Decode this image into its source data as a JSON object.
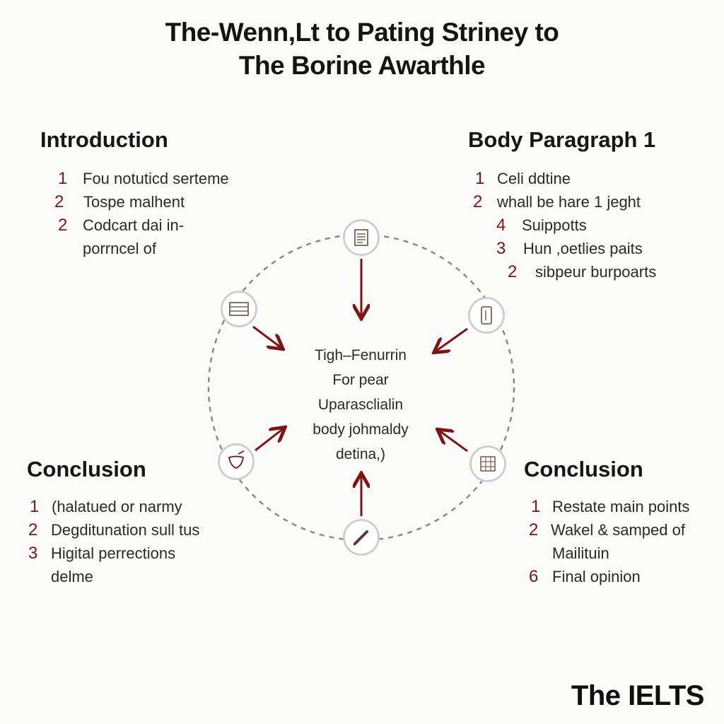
{
  "title": {
    "line1": "The-Wenn,Lt to Pating Striney to",
    "line2": "The Borine Awarthle"
  },
  "center_text": [
    "Tigh–Fenurrin",
    "For pear",
    "Uparasclialin",
    "body johmaldy",
    "detina,)"
  ],
  "sections": {
    "introduction": {
      "heading": "Introduction",
      "items": [
        {
          "num": "1",
          "text": "Fou notuticd serteme"
        },
        {
          "num": "2",
          "text": "Tospe malhent"
        },
        {
          "num": "2",
          "text": "Codcart dai in-",
          "cont": "porrncel of"
        }
      ]
    },
    "body1": {
      "heading": "Body Paragraph 1",
      "items": [
        {
          "num": "1",
          "text": "Celi ddtine"
        },
        {
          "num": "2",
          "text": "whall be hare 1 jeght"
        },
        {
          "num": "4",
          "text": "Suippotts"
        },
        {
          "num": "3",
          "text": "Hun ,oetlies paits"
        },
        {
          "num": "2",
          "text": "sibpeur burpoarts"
        }
      ]
    },
    "conclusion_left": {
      "heading": "Conclusion",
      "items": [
        {
          "num": "1",
          "text": "(halatued or narmy"
        },
        {
          "num": "2",
          "text": "Degditunation sull tus"
        },
        {
          "num": "3",
          "text": "Higital perrections",
          "cont": "delme"
        }
      ]
    },
    "conclusion_right": {
      "heading": "Conclusion",
      "items": [
        {
          "num": "1",
          "text": "Restate main points"
        },
        {
          "num": "2",
          "text": "Wakel & samped of",
          "cont": "Mailituin"
        },
        {
          "num": "6",
          "text": "Final opinion"
        }
      ]
    }
  },
  "brand": "The IELTS",
  "colors": {
    "accent": "#7f1414",
    "ring": "#8a8a8a",
    "node_border": "#cfcfcf"
  },
  "icons": [
    "document-icon",
    "notes-icon",
    "phone-icon",
    "chart-icon",
    "pen-icon",
    "shield-icon"
  ]
}
